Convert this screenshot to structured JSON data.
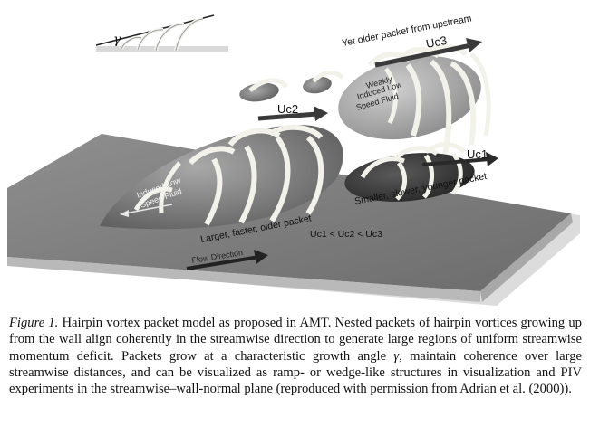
{
  "figure": {
    "labels": {
      "gamma": "γ",
      "older_packet": "Yet older packet from upstream",
      "uc3": "Uc3",
      "uc2": "Uc2",
      "uc1": "Uc1",
      "weakly_induced": [
        "Weakly",
        "Induced Low",
        "Speed Fluid"
      ],
      "induced_low_speed": [
        "Induced Low",
        "Speed Fluid"
      ],
      "larger_packet": "Larger, faster, older packet",
      "smaller_packet": "Smaller, slower, younger packet",
      "relation": "Uc1 < Uc2 < Uc3",
      "flow_direction": "Flow Direction"
    }
  },
  "caption": {
    "label": "Figure 1.",
    "text_before_gamma": " Hairpin vortex packet model as proposed in AMT. Nested packets of hairpin vortices growing up from the wall align coherently in the streamwise direction to generate large regions of uniform streamwise momentum deficit. Packets grow at a characteristic growth angle ",
    "gamma": "γ",
    "text_after_gamma": ", maintain coherence over large streamwise distances, and can be visualized as ramp- or wedge-like structures in visualization and PIV experiments in the streamwise–wall-normal plane (reproduced with permission from Adrian et al. (2000))."
  }
}
